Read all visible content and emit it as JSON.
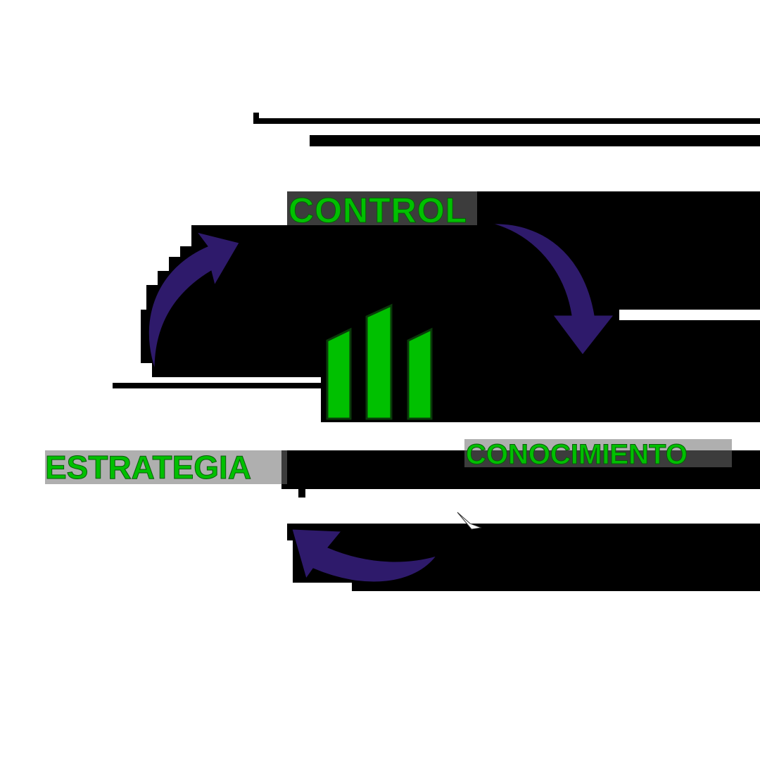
{
  "diagram": {
    "type": "cycle",
    "center_icon": "bar-chart-icon",
    "nodes": [
      {
        "label": "CONTROL",
        "position": "top"
      },
      {
        "label": "CONOCIMIENTO",
        "position": "right"
      },
      {
        "label": "ESTRATEGIA",
        "position": "left"
      }
    ],
    "edges": [
      {
        "from": "CONTROL",
        "to": "CONOCIMIENTO",
        "direction": "clockwise"
      },
      {
        "from": "CONOCIMIENTO",
        "to": "ESTRATEGIA",
        "direction": "clockwise"
      },
      {
        "from": "ESTRATEGIA",
        "to": "CONTROL",
        "direction": "clockwise"
      }
    ]
  },
  "colors": {
    "label_green": "#00c000",
    "arrow_purple": "#2e1a6b",
    "background_black": "#000000",
    "background_white": "#ffffff"
  },
  "labels": {
    "control": "CONTROL",
    "conocimiento": "CONOCIMIENTO",
    "estrategia": "ESTRATEGIA"
  }
}
